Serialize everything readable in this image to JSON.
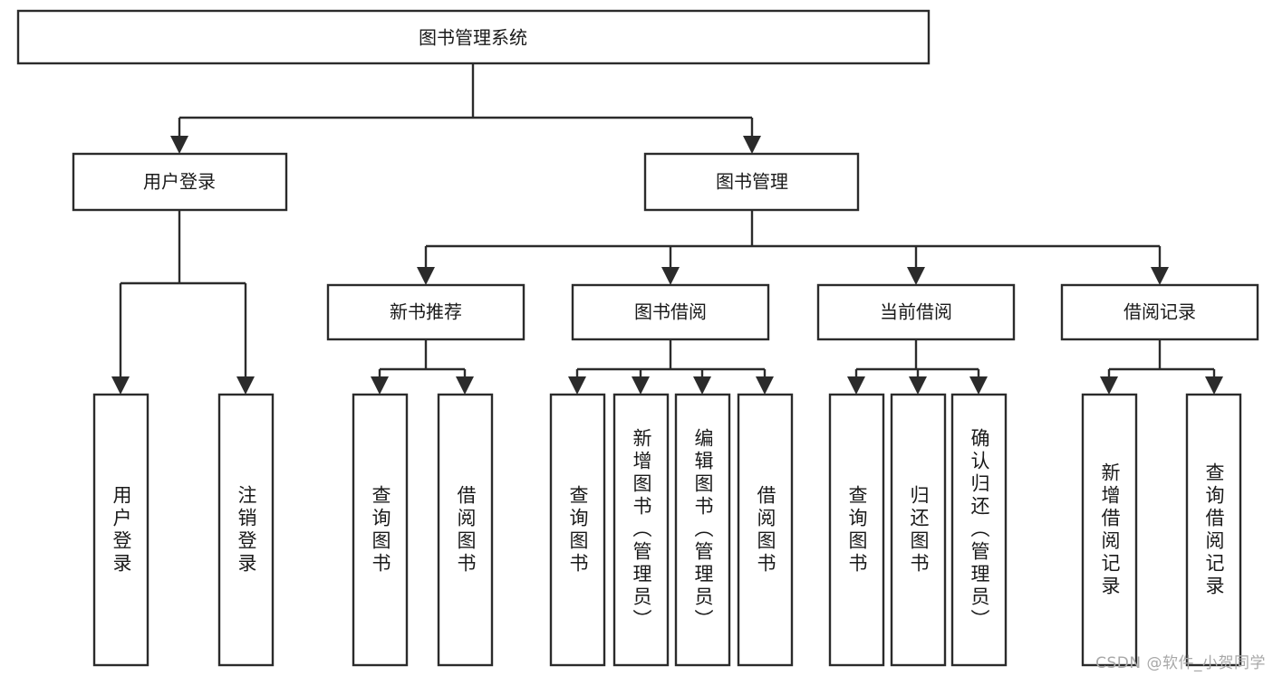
{
  "diagram": {
    "title": "图书管理系统",
    "type": "tree-hierarchy",
    "colors": {
      "box_stroke": "#2b2b2b",
      "box_fill": "#ffffff",
      "text": "#1a1a1a",
      "background": "#ffffff",
      "watermark": "#a8a8a8"
    },
    "levels": {
      "level1": [
        {
          "id": "root",
          "label": "图书管理系统",
          "orientation": "horizontal"
        }
      ],
      "level2": [
        {
          "id": "user-login",
          "label": "用户登录",
          "orientation": "horizontal",
          "parent": "root"
        },
        {
          "id": "book-manage",
          "label": "图书管理",
          "orientation": "horizontal",
          "parent": "root"
        }
      ],
      "level3": [
        {
          "id": "new-book-rec",
          "label": "新书推荐",
          "orientation": "horizontal",
          "parent": "book-manage"
        },
        {
          "id": "book-borrow",
          "label": "图书借阅",
          "orientation": "horizontal",
          "parent": "book-manage"
        },
        {
          "id": "current-borrow",
          "label": "当前借阅",
          "orientation": "horizontal",
          "parent": "book-manage"
        },
        {
          "id": "borrow-record",
          "label": "借阅记录",
          "orientation": "horizontal",
          "parent": "book-manage"
        }
      ],
      "leaves": [
        {
          "id": "leaf-user-login",
          "label": "用户登录",
          "orientation": "vertical",
          "parent": "user-login"
        },
        {
          "id": "leaf-logout-login",
          "label": "注销登录",
          "orientation": "vertical",
          "parent": "user-login"
        },
        {
          "id": "leaf-query-book-1",
          "label": "查询图书",
          "orientation": "vertical",
          "parent": "new-book-rec"
        },
        {
          "id": "leaf-borrow-book-1",
          "label": "借阅图书",
          "orientation": "vertical",
          "parent": "new-book-rec"
        },
        {
          "id": "leaf-query-book-2",
          "label": "查询图书",
          "orientation": "vertical",
          "parent": "book-borrow"
        },
        {
          "id": "leaf-add-book",
          "label": "新增图书（管理员）",
          "orientation": "vertical",
          "parent": "book-borrow"
        },
        {
          "id": "leaf-edit-book",
          "label": "编辑图书（管理员）",
          "orientation": "vertical",
          "parent": "book-borrow"
        },
        {
          "id": "leaf-borrow-book-2",
          "label": "借阅图书",
          "orientation": "vertical",
          "parent": "book-borrow"
        },
        {
          "id": "leaf-query-book-3",
          "label": "查询图书",
          "orientation": "vertical",
          "parent": "current-borrow"
        },
        {
          "id": "leaf-return-book",
          "label": "归还图书",
          "orientation": "vertical",
          "parent": "current-borrow"
        },
        {
          "id": "leaf-confirm-return",
          "label": "确认归还（管理员）",
          "orientation": "vertical",
          "parent": "current-borrow"
        },
        {
          "id": "leaf-add-record",
          "label": "新增借阅记录",
          "orientation": "vertical",
          "parent": "borrow-record"
        },
        {
          "id": "leaf-query-record",
          "label": "查询借阅记录",
          "orientation": "vertical",
          "parent": "borrow-record"
        }
      ]
    },
    "watermark": "CSDN @软件_小贺同学"
  }
}
